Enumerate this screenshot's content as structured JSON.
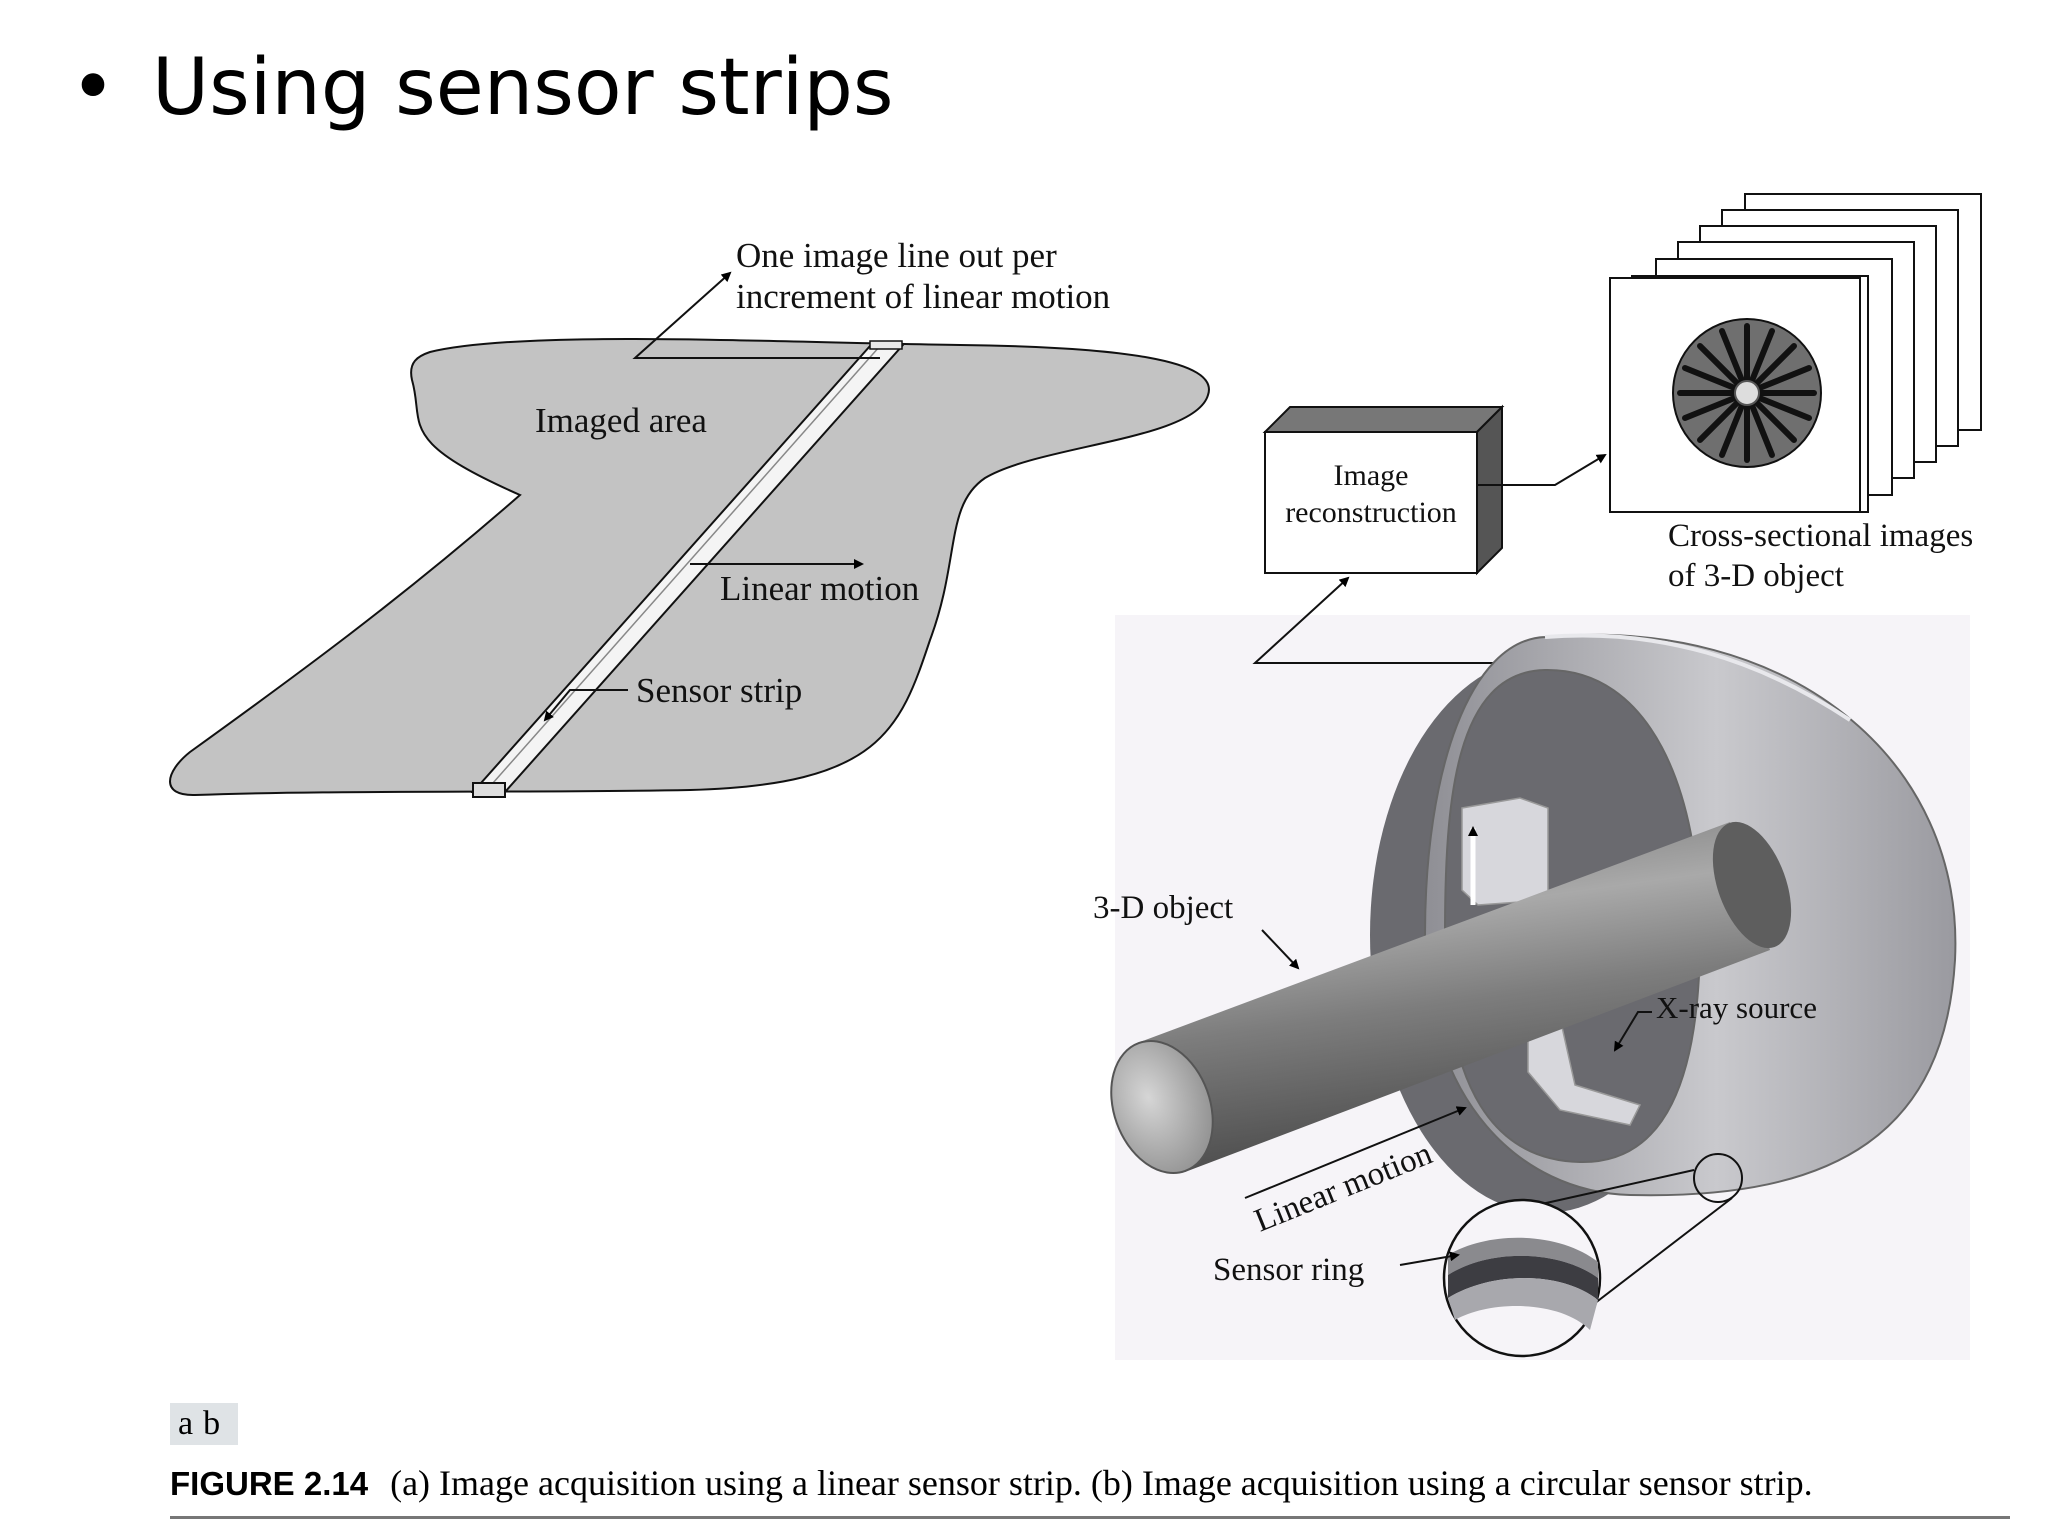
{
  "slide": {
    "bullet": "•",
    "title": "Using sensor strips"
  },
  "panel_a": {
    "label_output": [
      "One image line out per",
      "increment of linear motion"
    ],
    "label_imaged_area": "Imaged area",
    "label_linear_motion": "Linear motion",
    "label_sensor_strip": "Sensor strip"
  },
  "panel_b": {
    "label_reconstruction": [
      "Image",
      "reconstruction"
    ],
    "label_cross_section": [
      "Cross-sectional images",
      "of 3-D object"
    ],
    "label_object": "3-D object",
    "label_xray": "X-ray source",
    "label_linear_motion": "Linear motion",
    "label_sensor_ring": "Sensor ring"
  },
  "caption": {
    "panel_letters": "ab",
    "figure_number": "FIGURE 2.14",
    "text": "(a) Image acquisition using a linear sensor strip. (b) Image acquisition using a circular sensor strip."
  },
  "colors": {
    "imaged_area": "#c3c3c3",
    "background_panel_b": "#f6f4f8",
    "ring": "#a9a9ad",
    "cylinder": "#8a8a8a"
  }
}
